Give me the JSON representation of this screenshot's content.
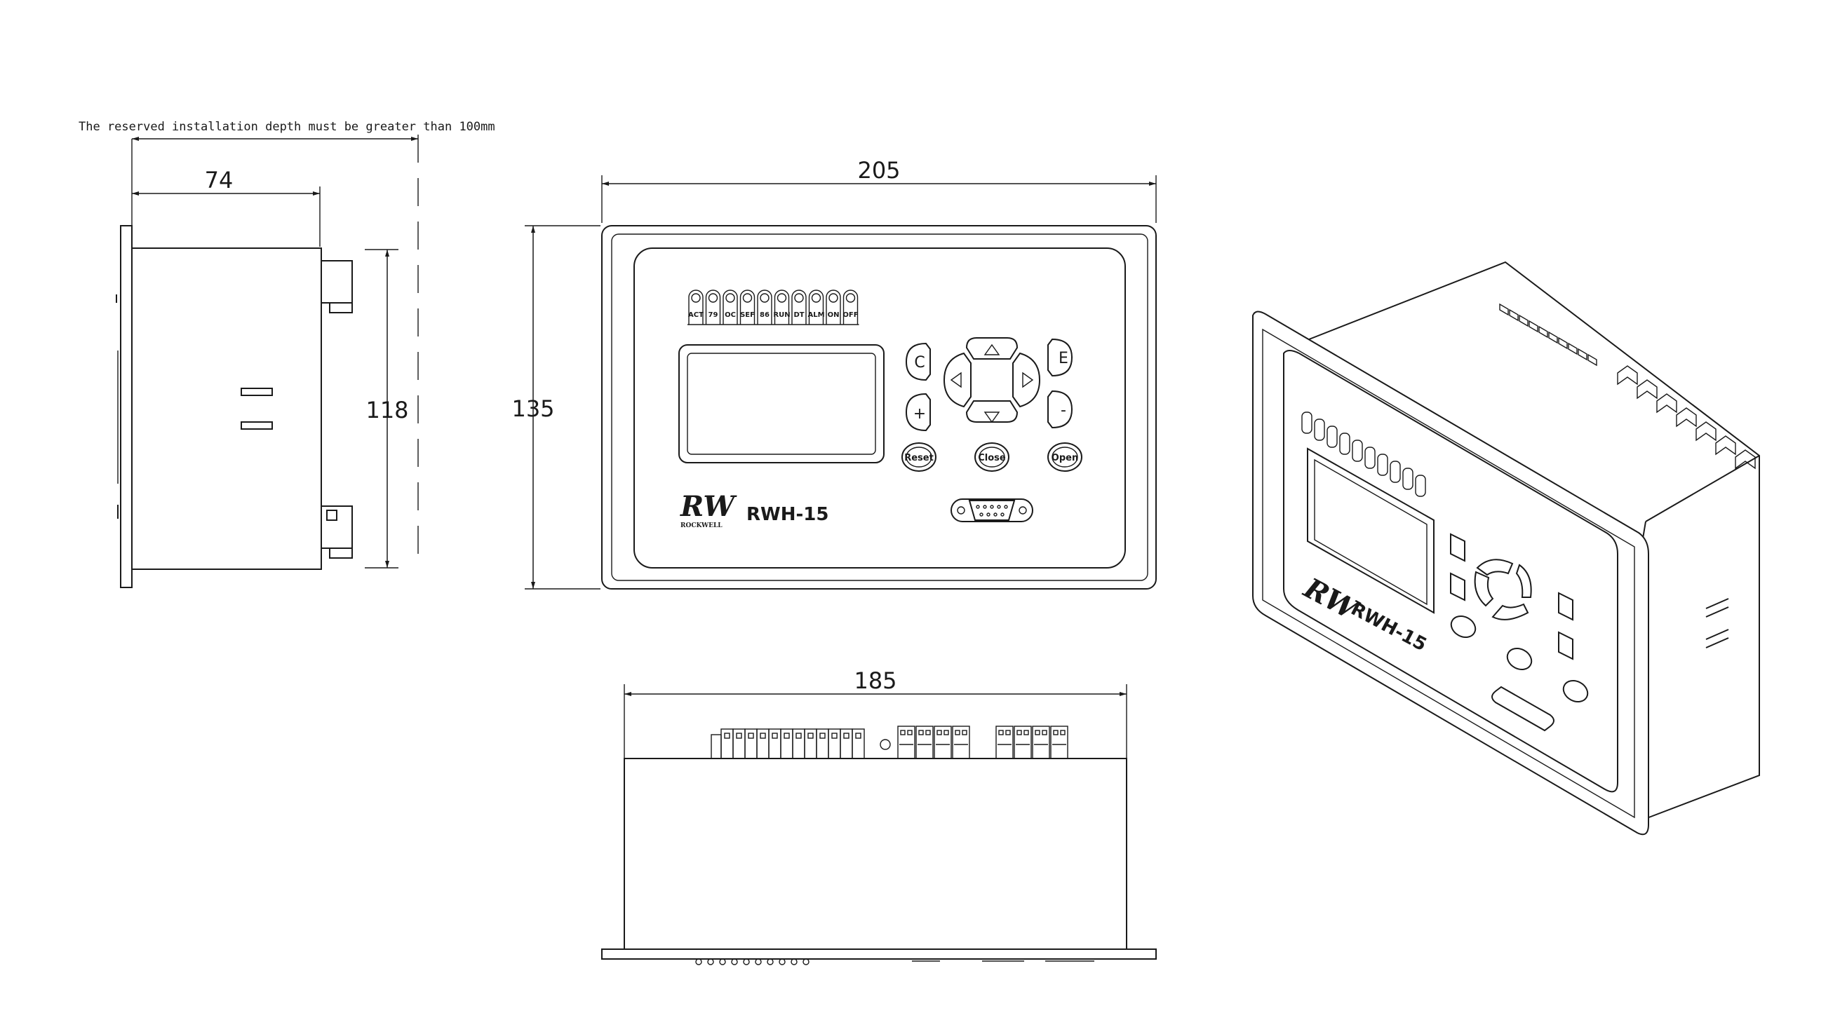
{
  "notes": {
    "install_depth": "The reserved installation depth must be greater than 100mm"
  },
  "dimensions": {
    "depth": "74",
    "side_height": "118",
    "front_width": "205",
    "front_height": "135",
    "bottom_width": "185"
  },
  "indicators": [
    "ACT",
    "79",
    "OC",
    "SEF",
    "86",
    "RUN",
    "DT",
    "ALM",
    "ON",
    "OFF"
  ],
  "keys": {
    "cancel": "C",
    "enter": "E",
    "plus": "+",
    "minus": "-",
    "reset": "Reset",
    "close": "Close",
    "open": "Open"
  },
  "product": {
    "model": "RWH-15",
    "brand": "ROCKWELL",
    "logo": "RW"
  }
}
